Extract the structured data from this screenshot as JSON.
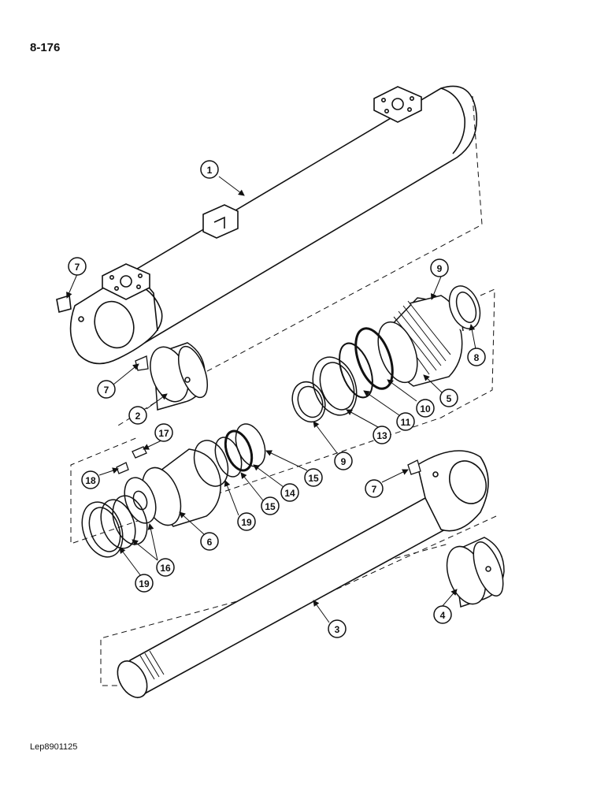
{
  "page": {
    "number": "8-176",
    "reference": "Lep8901125"
  },
  "callouts": [
    {
      "id": "c1",
      "label": "1"
    },
    {
      "id": "c2",
      "label": "2"
    },
    {
      "id": "c3",
      "label": "3"
    },
    {
      "id": "c4",
      "label": "4"
    },
    {
      "id": "c5",
      "label": "5"
    },
    {
      "id": "c6",
      "label": "6"
    },
    {
      "id": "c7a",
      "label": "7"
    },
    {
      "id": "c7b",
      "label": "7"
    },
    {
      "id": "c7c",
      "label": "7"
    },
    {
      "id": "c8",
      "label": "8"
    },
    {
      "id": "c9a",
      "label": "9"
    },
    {
      "id": "c9b",
      "label": "9"
    },
    {
      "id": "c10",
      "label": "10"
    },
    {
      "id": "c11",
      "label": "11"
    },
    {
      "id": "c13",
      "label": "13"
    },
    {
      "id": "c14",
      "label": "14"
    },
    {
      "id": "c15a",
      "label": "15"
    },
    {
      "id": "c15b",
      "label": "15"
    },
    {
      "id": "c16",
      "label": "16"
    },
    {
      "id": "c17",
      "label": "17"
    },
    {
      "id": "c18",
      "label": "18"
    },
    {
      "id": "c19a",
      "label": "19"
    },
    {
      "id": "c19b",
      "label": "19"
    }
  ]
}
